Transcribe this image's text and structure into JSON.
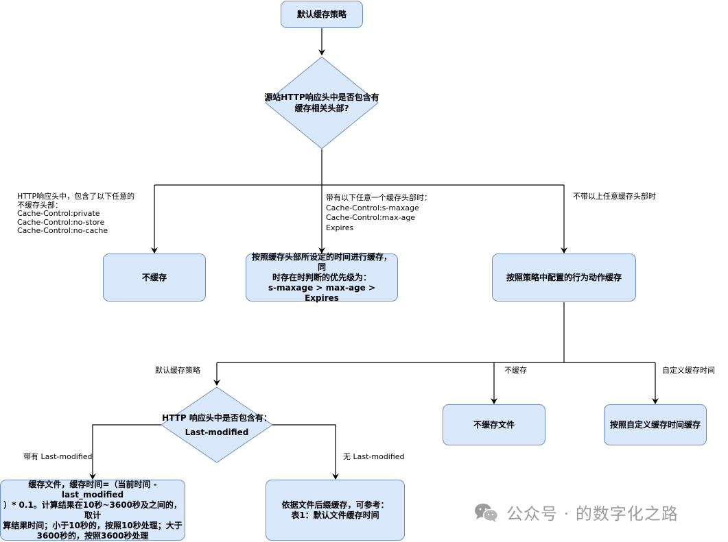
{
  "nodes": {
    "start": "默认缓存策略",
    "decision1": [
      "源站HTTP响应头中是否包含有",
      "缓存相关头部?"
    ],
    "no_cache": "不缓存",
    "cache_by_header": [
      "按照缓存头部所设定的时间进行缓存，同",
      "时存在时判断的优先级为：",
      "s-maxage > max-age > Expires"
    ],
    "cache_by_policy": "按照策略中配置的行为动作缓存",
    "decision2": [
      "HTTP 响应头中是否包含有：",
      "Last-modified"
    ],
    "no_cache_file": "不缓存文件",
    "custom_time_cache": "按照自定义缓存时间缓存",
    "lm_cache": [
      "缓存文件，缓存时间=（当前时间 - last_modified",
      "）* 0.1。计算结果在10秒~3600秒及之间的，取计",
      "算结果时间；小于10秒的，按照10秒处理；大于",
      "3600秒的，按照3600秒处理"
    ],
    "suffix_cache": [
      "依据文件后缀缓存，可参考：",
      "表1：默认文件缓存时间"
    ]
  },
  "edge_labels": {
    "to_no_cache": [
      "HTTP响应头中，包含了以下任意的",
      "不缓存头部：",
      "Cache-Control:private",
      "Cache-Control:no-store",
      "Cache-Control:no-cache"
    ],
    "to_cache_by_header": [
      "带有以下任意一个缓存头部时：",
      "Cache-Control:s-maxage",
      "Cache-Control:max-age",
      "Expires"
    ],
    "to_cache_by_policy": "不带以上任意缓存头部时",
    "to_default_policy": "默认缓存策略",
    "to_no_cache_file": "不缓存",
    "to_custom_time": "自定义缓存时间",
    "with_lm": "带有 Last-modified",
    "without_lm": "无 Last-modified"
  },
  "watermark": "公众号 · 的数字化之路",
  "colors": {
    "fill": "#dae8fc",
    "stroke": "#6c8ebf",
    "line": "#000000"
  }
}
